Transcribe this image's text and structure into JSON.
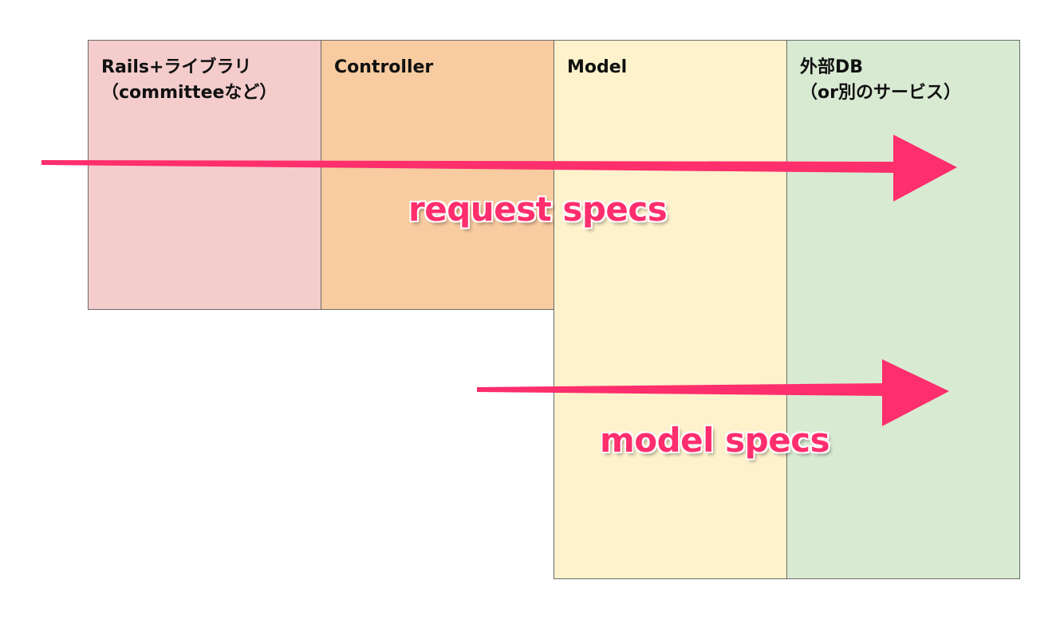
{
  "layers": [
    {
      "id": "rails",
      "label": "Rails+ライブラリ\n（committeeなど）",
      "color": "#f4cccc"
    },
    {
      "id": "controller",
      "label": "Controller",
      "color": "#f8cba0"
    },
    {
      "id": "model",
      "label": "Model",
      "color": "#fdf2cc"
    },
    {
      "id": "external",
      "label": "外部DB\n（or別のサービス）",
      "color": "#d9ead3"
    }
  ],
  "arrows": [
    {
      "label": "request specs",
      "spans": "rails → external",
      "color": "#ff2e6d"
    },
    {
      "label": "model specs",
      "spans": "model → external",
      "color": "#ff2e6d"
    }
  ]
}
